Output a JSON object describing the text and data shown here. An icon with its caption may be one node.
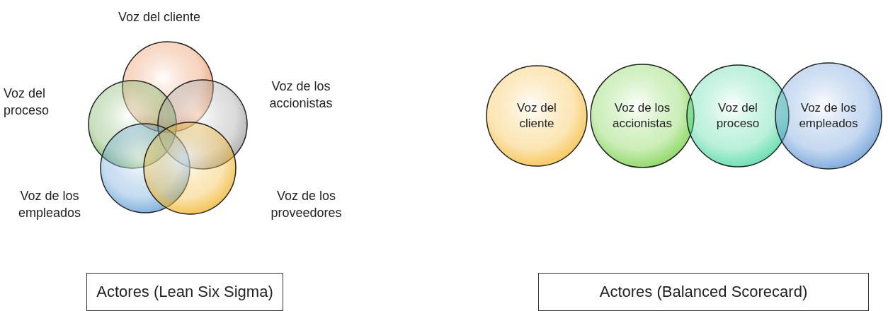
{
  "diagram": {
    "nodes": [
      {
        "text": [],
        "shape": "circle",
        "beside": [
          "Voz del cliente"
        ]
      },
      {
        "text": [],
        "shape": "circle",
        "beside": [
          "Voz del proceso"
        ]
      },
      {
        "text": [],
        "shape": "circle",
        "beside": [
          "Voz de los accionistas"
        ]
      },
      {
        "text": [],
        "shape": "circle",
        "beside": [
          "Voz de los empleados"
        ]
      },
      {
        "text": [],
        "shape": "circle",
        "beside": [
          "Voz de los proveedores"
        ]
      },
      {
        "text": [
          "Voz del cliente"
        ]
      },
      {
        "text": [
          "Voz de los accionistas"
        ]
      },
      {
        "text": [
          "Voz del proceso"
        ]
      },
      {
        "text": [
          "Voz de los empleados"
        ]
      },
      {
        "text": [
          "Actores (Lean Six Sigma)"
        ]
      },
      {
        "text": [
          "Actores (Balanced Scorecard)"
        ]
      }
    ],
    "edges": []
  }
}
